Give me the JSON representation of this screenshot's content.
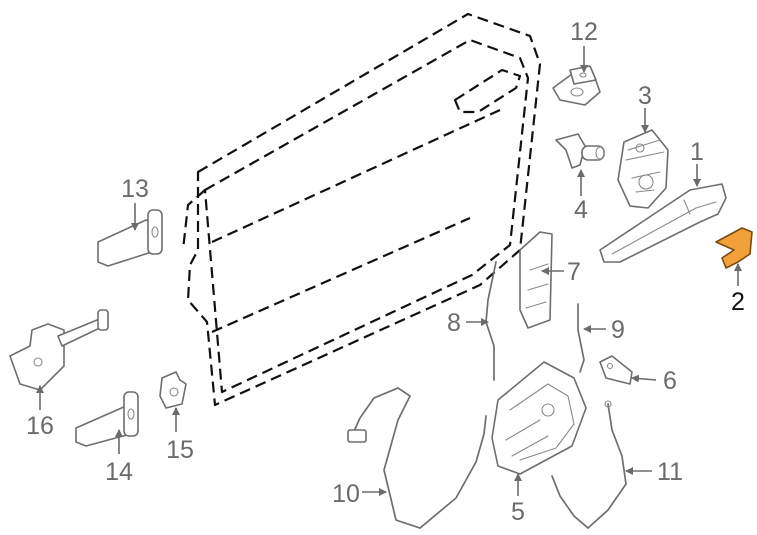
{
  "diagram": {
    "highlight_color": "#f2a13a",
    "highlighted_part": "2",
    "callouts": [
      {
        "id": "1",
        "label": "1"
      },
      {
        "id": "2",
        "label": "2"
      },
      {
        "id": "3",
        "label": "3"
      },
      {
        "id": "4",
        "label": "4"
      },
      {
        "id": "5",
        "label": "5"
      },
      {
        "id": "6",
        "label": "6"
      },
      {
        "id": "7",
        "label": "7"
      },
      {
        "id": "8",
        "label": "8"
      },
      {
        "id": "9",
        "label": "9"
      },
      {
        "id": "10",
        "label": "10"
      },
      {
        "id": "11",
        "label": "11"
      },
      {
        "id": "12",
        "label": "12"
      },
      {
        "id": "13",
        "label": "13"
      },
      {
        "id": "14",
        "label": "14"
      },
      {
        "id": "15",
        "label": "15"
      },
      {
        "id": "16",
        "label": "16"
      }
    ]
  }
}
